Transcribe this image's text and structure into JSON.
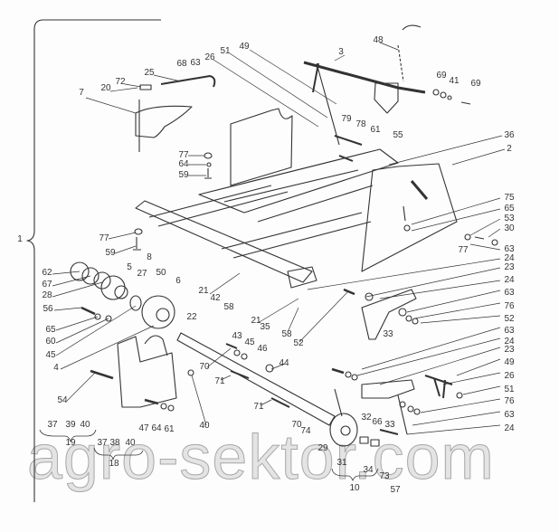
{
  "diagram": {
    "watermark": "agro-sektor.com",
    "labels": [
      "1",
      "7",
      "20",
      "72",
      "25",
      "68",
      "63",
      "26",
      "51",
      "49",
      "48",
      "3",
      "69",
      "41",
      "69",
      "79",
      "78",
      "61",
      "55",
      "36",
      "2",
      "77",
      "64",
      "59",
      "75",
      "65",
      "53",
      "30",
      "77",
      "63",
      "24",
      "23",
      "24",
      "77",
      "59",
      "8",
      "5",
      "62",
      "67",
      "28",
      "27",
      "50",
      "6",
      "21",
      "42",
      "58",
      "56",
      "22",
      "21",
      "35",
      "65",
      "60",
      "45",
      "4",
      "43",
      "45",
      "46",
      "70",
      "71",
      "71",
      "54",
      "37",
      "39",
      "40",
      "19",
      "37",
      "38",
      "40",
      "18",
      "47",
      "64",
      "61",
      "40",
      "63",
      "76",
      "52",
      "33",
      "58",
      "52",
      "44",
      "63",
      "24",
      "23",
      "49",
      "26",
      "51",
      "76",
      "63",
      "24",
      "33",
      "32",
      "66",
      "70",
      "74",
      "29",
      "31",
      "34",
      "73",
      "10",
      "57"
    ]
  }
}
